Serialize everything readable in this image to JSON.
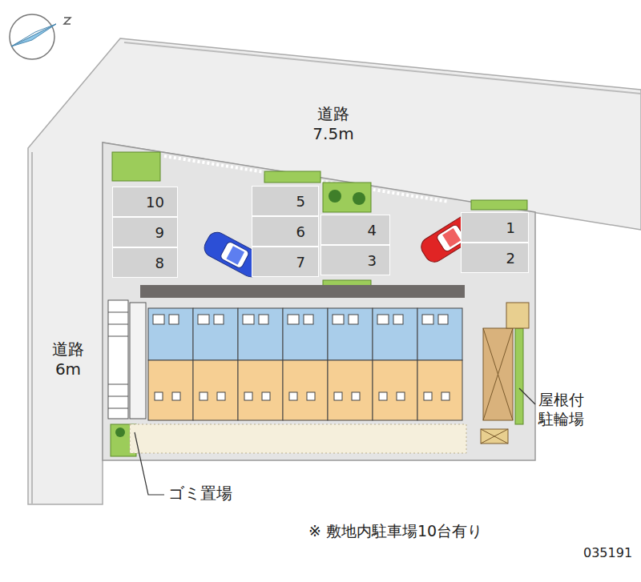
{
  "diagram": {
    "nodes": [
      {
        "text": [
          "10"
        ]
      },
      {
        "text": [
          "9"
        ]
      },
      {
        "text": [
          "8"
        ]
      },
      {
        "text": [
          "5"
        ]
      },
      {
        "text": [
          "6"
        ]
      },
      {
        "text": [
          "7"
        ]
      },
      {
        "text": [
          "4"
        ]
      },
      {
        "text": [
          "3"
        ]
      },
      {
        "text": [
          "1"
        ]
      },
      {
        "text": [
          "2"
        ]
      }
    ],
    "labels": [
      "道路 7.5m",
      "道路 6m",
      "屋根付 駐輪場",
      "ゴミ置場",
      "※ 敷地内駐車場10台有り",
      "035191"
    ]
  }
}
